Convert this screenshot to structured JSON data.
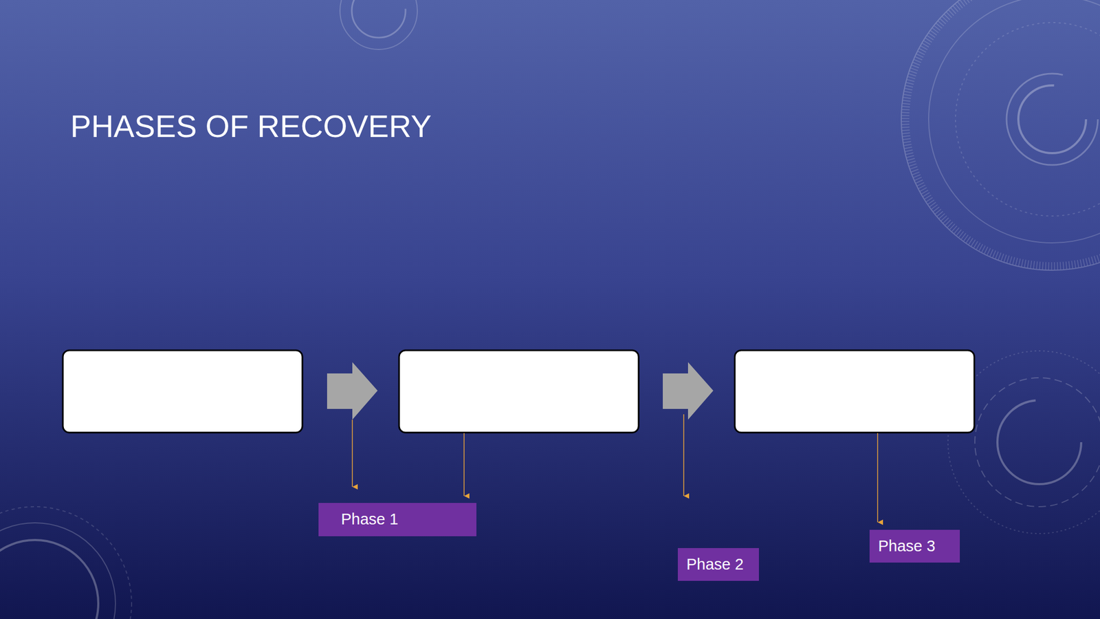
{
  "diagram": {
    "title": "PHASES OF RECOVERY",
    "nodes": [
      {
        "text": [
          "Phase 1"
        ]
      },
      {
        "text": [
          "Phase 2"
        ]
      },
      {
        "text": [
          "Phase 3"
        ]
      }
    ]
  }
}
